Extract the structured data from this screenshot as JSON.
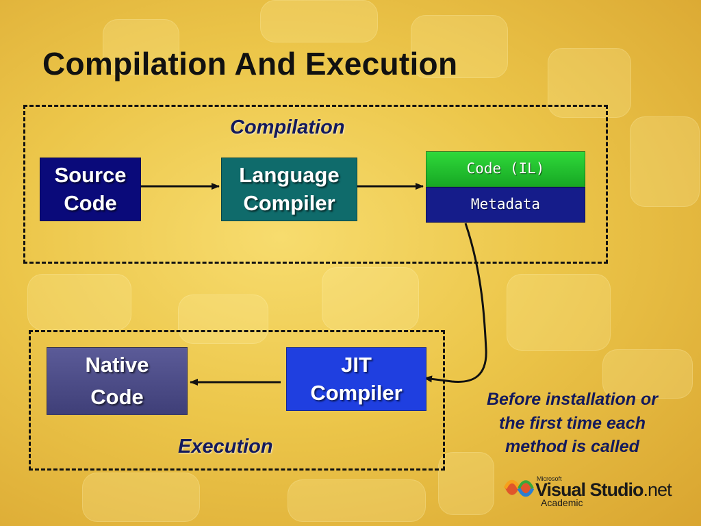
{
  "slide": {
    "title": "Compilation And Execution"
  },
  "compilation_group": {
    "label": "Compilation"
  },
  "execution_group": {
    "label": "Execution"
  },
  "boxes": {
    "source_code": {
      "line1": "Source",
      "line2": "Code"
    },
    "language_compiler": {
      "line1": "Language",
      "line2": "Compiler"
    },
    "code_il": "Code (IL)",
    "metadata": "Metadata",
    "jit_compiler": {
      "line1": "JIT",
      "line2": "Compiler"
    },
    "native_code": {
      "line1": "Native",
      "line2": "Code"
    }
  },
  "note": {
    "line1": "Before installation or",
    "line2": "the first time each",
    "line3": "method is called"
  },
  "logo": {
    "microsoft": "Microsoft",
    "product": "Visual Studio",
    "suffix": ".net",
    "edition": "Academic"
  },
  "colors": {
    "background": "#ecc64a",
    "source_code_box": "#0a0a7a",
    "language_compiler_box": "#0f6b6b",
    "code_il_box": "#1fbf2a",
    "metadata_box": "#151c8a",
    "jit_compiler_box": "#1f3fe0",
    "native_code_box": "#4b4b86",
    "label_text": "#141a5c"
  },
  "icons": [
    "visual-studio-logo-icon"
  ]
}
